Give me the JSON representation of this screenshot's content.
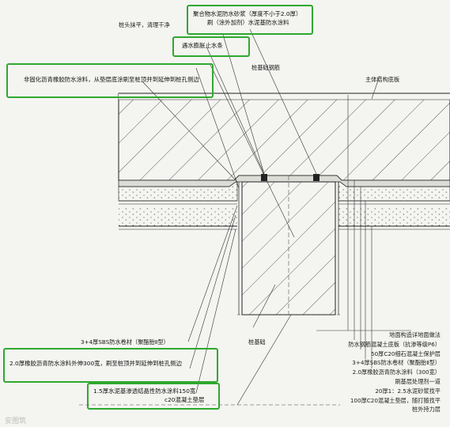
{
  "callouts": {
    "mortar_line1": "聚合物水泥防水砂浆（厚度不小于2.0厚）",
    "mortar_line2": "刷（涂外加剂）水泥基防水涂料",
    "water_stop": "遇水膨胀止水条",
    "asphalt_coat": "非固化沥青橡胶防水涂料，从垫层底涂刷至桩顶并到延伸到桩孔侧边",
    "coat_300": "2.0厚橡胶沥青防水涂料外伸300宽，刷至桩顶并到延伸到桩孔侧边",
    "crystal_line1": "1.5厚水泥基渗透结晶性防水涂料150宽",
    "crystal_line2": "c20混凝土垫层"
  },
  "labels": {
    "pile_head": "桩头抹平，清理干净",
    "pile_rebar": "桩基础钢筋",
    "main_slab": "主体结构底板",
    "sbs_left": "3+4厚SBS防水卷材（聚酯胎Ⅱ型）",
    "pile_base": "桩基础"
  },
  "legend": [
    "地面构造详地面做法",
    "防水钢筋混凝土底板（抗渗等级P6）",
    "50厚C20细石混凝土保护层",
    "3+4厚SBS防水卷材（聚酯胎Ⅱ型）",
    "2.0厚橡胶沥青防水涂料（300宽）",
    "刷基层处理剂一道",
    "20厚1：2.5水泥砂浆找平",
    "100厚C20混凝土垫层，随打随找平",
    "桩外持力层"
  ],
  "watermark": "安图筑",
  "colors": {
    "highlight": "#2fa82f",
    "line": "#222222"
  }
}
